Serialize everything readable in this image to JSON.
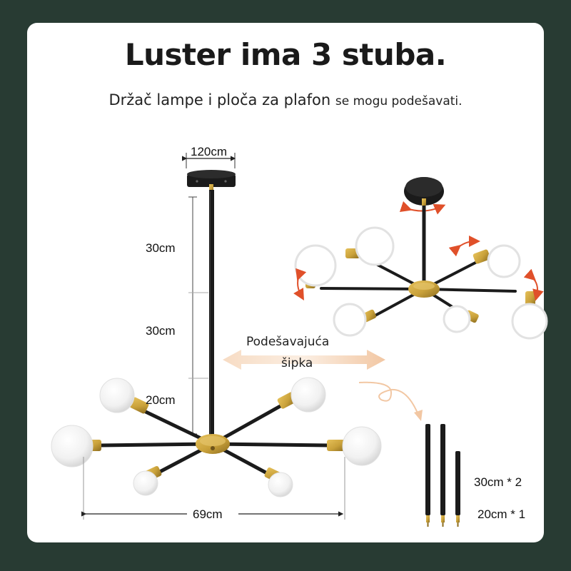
{
  "heading": {
    "title": "Luster ima 3 stuba.",
    "subtitle_main": "Držač lampe i ploča za plafon",
    "subtitle_small": "se mogu podešavati."
  },
  "dimensions": {
    "canopy_width": "120cm",
    "rod_top": "30cm",
    "rod_middle": "30cm",
    "rod_bottom": "20cm",
    "total_width": "69cm"
  },
  "adjustable_rod": {
    "line1": "Podešavajuća",
    "line2": "šipka"
  },
  "rods_included": {
    "long": "30cm * 2",
    "short": "20cm * 1"
  },
  "colors": {
    "background": "#283b33",
    "card": "#ffffff",
    "metal_black": "#1b1b1b",
    "brass": "#c9a13a",
    "accent_arrow": "#e0502a",
    "double_arrow": "#f3d3b8"
  }
}
